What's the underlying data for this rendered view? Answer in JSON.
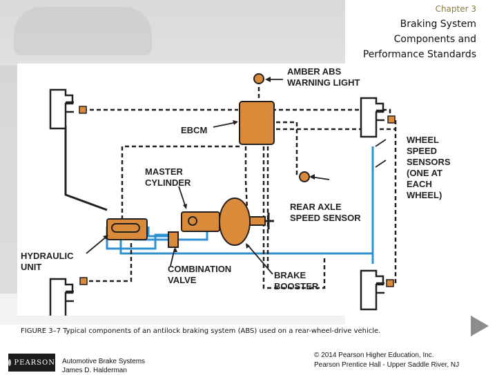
{
  "header": {
    "chapter": "Chapter 3",
    "title_line1": "Braking System",
    "title_line2": "Components and",
    "title_line3": "Performance Standards"
  },
  "diagram": {
    "labels": {
      "amber_abs": "AMBER ABS\nWARNING LIGHT",
      "ebcm": "EBCM",
      "master_cylinder": "MASTER\nCYLINDER",
      "wheel_speed": "WHEEL SPEED\nSENSORS\n(ONE AT EACH\nWHEEL)",
      "rear_axle": "REAR AXLE\nSPEED SENSOR",
      "hydraulic_unit": "HYDRAULIC\nUNIT",
      "combination_valve": "COMBINATION\nVALVE",
      "brake_booster": "BRAKE\nBOOSTER"
    },
    "colors": {
      "component_orange": "#d98b3a",
      "brake_line_blue": "#2f8fcf",
      "wire_black": "#231f20"
    }
  },
  "caption": "FIGURE 3–7 Typical components of an antilock braking system (ABS) used on a rear-wheel-drive vehicle.",
  "footer": {
    "logo": "PEARSON",
    "course": "Automotive Brake Systems",
    "author": "James D. Halderman",
    "copyright": "© 2014 Pearson Higher Education, Inc.",
    "publisher": "Pearson Prentice Hall - Upper Saddle River, NJ"
  },
  "nav": {
    "next_icon": "play-triangle-icon"
  }
}
